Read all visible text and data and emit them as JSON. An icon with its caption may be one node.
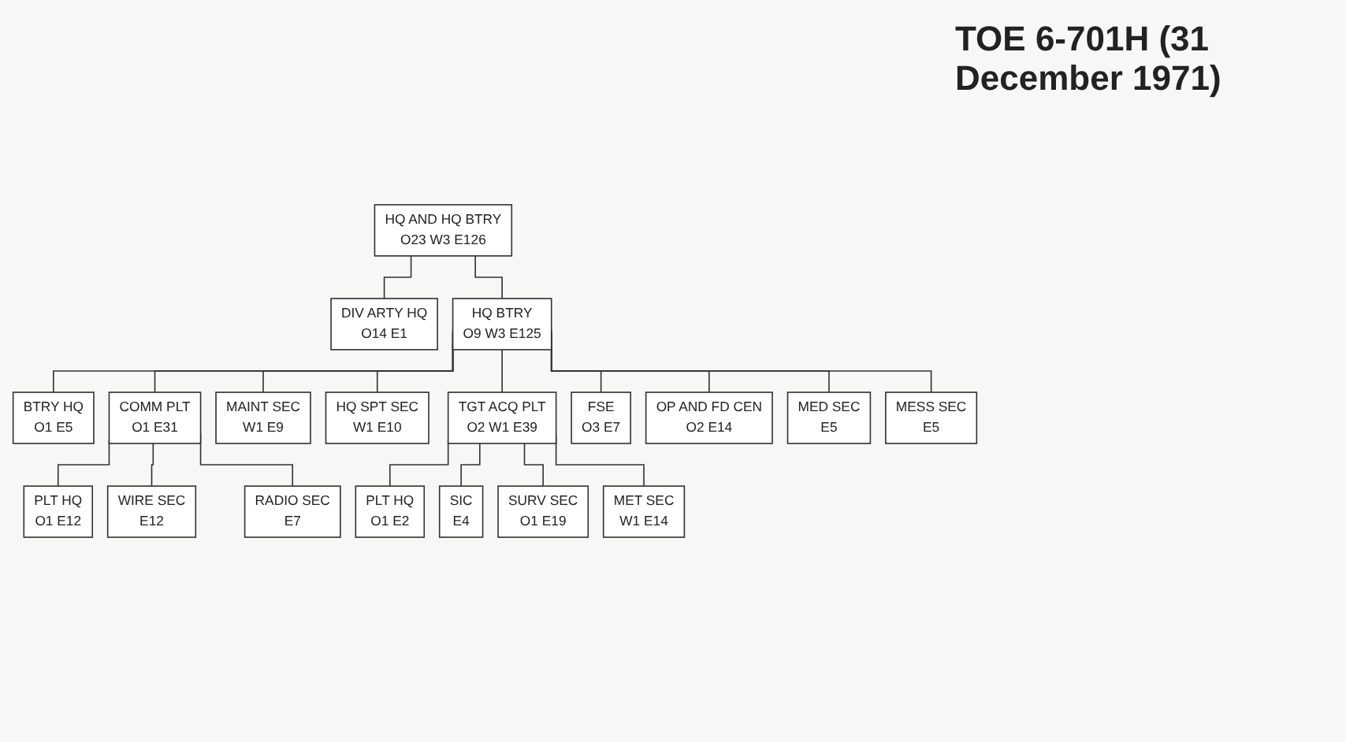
{
  "diagram": {
    "title": "TOE 6-701H (31 December 1971)",
    "nodes": [
      {
        "text": [
          "HQ AND HQ BTRY",
          "O23 W3 E126"
        ]
      },
      {
        "text": [
          "DIV ARTY HQ",
          "O14 E1"
        ]
      },
      {
        "text": [
          "HQ BTRY",
          "O9 W3 E125"
        ]
      },
      {
        "text": [
          "BTRY HQ",
          "O1 E5"
        ]
      },
      {
        "text": [
          "COMM PLT",
          "O1 E31"
        ]
      },
      {
        "text": [
          "MAINT SEC",
          "W1 E9"
        ]
      },
      {
        "text": [
          "HQ SPT SEC",
          "W1 E10"
        ]
      },
      {
        "text": [
          "TGT ACQ PLT",
          "O2 W1 E39"
        ]
      },
      {
        "text": [
          "FSE",
          "O3 E7"
        ]
      },
      {
        "text": [
          "PLT HQ",
          "O1 E12"
        ]
      },
      {
        "text": [
          "OP AND FD CEN",
          "O2 E14"
        ]
      },
      {
        "text": [
          "MED SEC",
          "E5"
        ]
      },
      {
        "text": [
          "MESS SEC",
          "E5"
        ]
      },
      {
        "text": [
          "PLT HQ",
          "O1 E2"
        ]
      },
      {
        "text": [
          "WIRE SEC",
          "E12"
        ]
      },
      {
        "text": [
          "RADIO SEC",
          "E7"
        ]
      },
      {
        "text": [
          "SIC",
          "E4"
        ]
      },
      {
        "text": [
          "SURV SEC",
          "O1 E19"
        ]
      },
      {
        "text": [
          "MET SEC",
          "W1 E14"
        ]
      }
    ],
    "edges": [
      {
        "from": 0,
        "to": 1,
        "arrow": "none"
      },
      {
        "from": 0,
        "to": 2,
        "arrow": "none"
      },
      {
        "from": 2,
        "to": 3,
        "arrow": "none"
      },
      {
        "from": 2,
        "to": 4,
        "arrow": "none"
      },
      {
        "from": 2,
        "to": 5,
        "arrow": "none"
      },
      {
        "from": 2,
        "to": 6,
        "arrow": "none"
      },
      {
        "from": 2,
        "to": 7,
        "arrow": "none"
      },
      {
        "from": 2,
        "to": 8,
        "arrow": "none"
      },
      {
        "from": 4,
        "to": 9,
        "arrow": "none"
      },
      {
        "from": 2,
        "to": 10,
        "arrow": "none"
      },
      {
        "from": 2,
        "to": 11,
        "arrow": "none"
      },
      {
        "from": 2,
        "to": 12,
        "arrow": "none"
      },
      {
        "from": 7,
        "to": 13,
        "arrow": "none"
      },
      {
        "from": 4,
        "to": 14,
        "arrow": "none"
      },
      {
        "from": 4,
        "to": 15,
        "arrow": "none"
      },
      {
        "from": 7,
        "to": 16,
        "arrow": "none"
      },
      {
        "from": 7,
        "to": 17,
        "arrow": "none"
      },
      {
        "from": 7,
        "to": 18,
        "arrow": "none"
      }
    ]
  }
}
